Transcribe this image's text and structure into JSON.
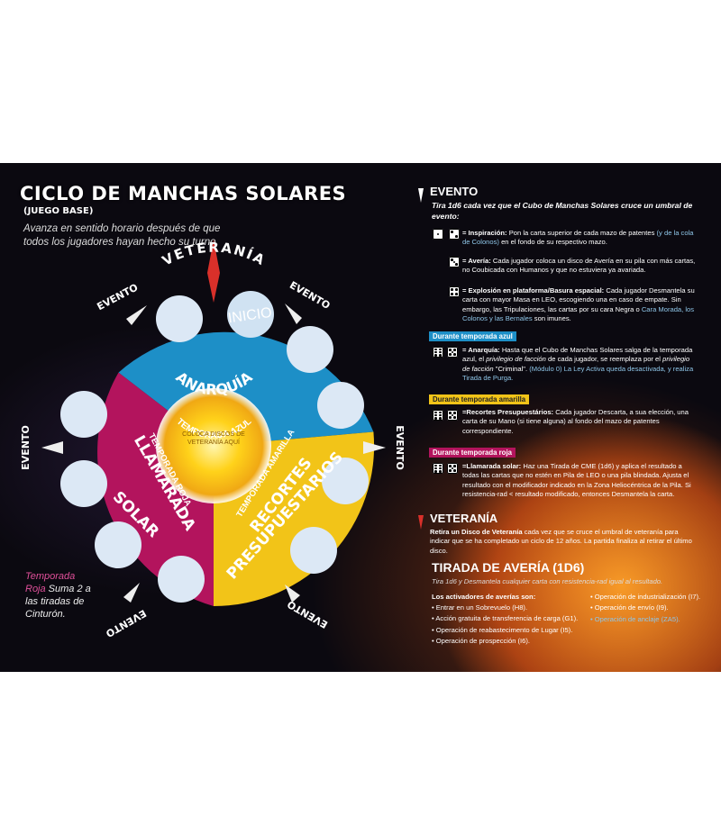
{
  "header": {
    "title": "CICLO DE MANCHAS SOLARES",
    "subtitle": "(JUEGO BASE)",
    "intro": "Avanza en sentido horario después de que todos los jugadores hayan hecho su turno."
  },
  "wheel": {
    "veterania": "VETERANÍA",
    "evento": "EVENTO",
    "inicio": "INICIO",
    "anarquia": "ANARQUÍA",
    "temporada_azul": "TEMPORADA AZUL",
    "llamarada_1": "LLAMARADA",
    "llamarada_2": "SOLAR",
    "temporada_roja": "TEMPORADA ROJA",
    "recortes_1": "RECORTES",
    "recortes_2": "PRESUPUESTARIOS",
    "temporada_amarilla": "TEMPORADA AMARILLA",
    "centro_1": "COLOCA DISCOS DE",
    "centro_2": "VETERANÍA AQUÍ"
  },
  "red_note": {
    "highlight": "Temporada Roja",
    "rest": " Suma 2 a las tiradas de Cinturón."
  },
  "evento": {
    "heading": "EVENTO",
    "intro": "Tira 1d6 cada vez que el Cubo de Manchas Solares cruce un umbral de evento:",
    "inspiracion": {
      "label": "= Inspiración:",
      "text": "Pon la carta superior de cada mazo de patentes",
      "blue": "(y de la cola de Colonos)",
      "text2": "en el fondo de su respectivo mazo."
    },
    "averia": {
      "label": "= Avería:",
      "text": "Cada jugador coloca un disco de Avería en su pila con más cartas, no Coubicada con Humanos y que no estuviera ya avariada."
    },
    "explosion": {
      "label": "= Explosión en plataforma/Basura espacial:",
      "text": "Cada jugador Desmantela su carta con mayor Masa en LEO, escogiendo una en caso de empate. Sin embargo, las Tripulaciones, las cartas por su cara Negra o",
      "blue": "Cara Morada, los Colonos y las Bernales",
      "text2": "son imunes."
    }
  },
  "azul": {
    "tag": "Durante temporada azul",
    "label": "= Anarquía:",
    "text1": "Hasta que el Cubo de Manchas Solares salga de la temporada azul, el",
    "it1": "privilegio de facción",
    "text2": "de cada jugador, se reemplaza por el",
    "it2": "privilegio de facción",
    "text3": "\"Criminal\".",
    "blue": "(Módulo 0) La Ley Activa queda desactivada, y realiza Tirada de Purga."
  },
  "amarilla": {
    "tag": "Durante temporada amarilla",
    "label": "=Recortes Presupuestários:",
    "text": "Cada jugador Descarta, a sua elección, una carta de su Mano (si tiene alguna) al fondo del mazo de patentes correspondiente."
  },
  "roja": {
    "tag": "Durante temporada roja",
    "label": "=Llamarada solar:",
    "text": "Haz una Tirada de CME (1d6) y aplica el resultado a todas las cartas que no estén en Pila de LEO o una pila blindada. Ajusta el resultado con el modificador indicado en la Zona Heliocéntrica de la Pila. Si resistencia-rad < resultado modificado, entonces Desmantela la carta."
  },
  "veterania": {
    "heading": "VETERANÍA",
    "bold": "Retira un Disco de Veteranía",
    "text": "cada vez que se cruce el umbral de veteranía para indicar que se ha completado un ciclo de 12 años. La partida finaliza al retirar el último disco."
  },
  "averia_roll": {
    "heading": "TIRADA DE AVERÍA (1D6)",
    "intro": "Tira 1d6 y Desmantela cualquier carta con resistencia-rad igual al resultado.",
    "list_title": "Los activadores de averías son:",
    "left": [
      "• Entrar en un Sobrevuelo (H8).",
      "• Acción gratuita de transferencia de carga (G1).",
      "• Operación de reabastecimento de Lugar (I5).",
      "• Operación de prospección (I6)."
    ],
    "right": [
      "• Operación de industrialización (I7).",
      "• Operación de envío (I9)."
    ],
    "right_blue": "• Operación de anclaje (ZA5)."
  },
  "colors": {
    "blue": "#1d8fc7",
    "red": "#b3145d",
    "yellow": "#f2c418",
    "sun": "#ffd21a"
  }
}
